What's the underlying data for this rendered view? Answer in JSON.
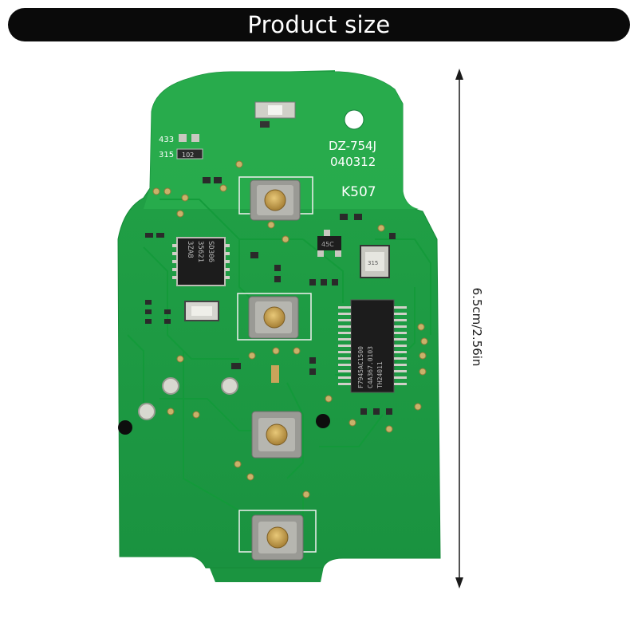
{
  "banner": {
    "title": "Product size"
  },
  "dimension": {
    "label": "6.5cm/2.56in"
  },
  "board": {
    "model": "DZ-754J",
    "code": "040312",
    "frequency_label": "K507",
    "freq_433": "433",
    "freq_315": "315",
    "resistor_mark": "102",
    "chip_left_line1": "SD306",
    "chip_left_line2": "35621",
    "chip_left_line3": "3ZA8",
    "chip_right_line1": "F7945AC1500",
    "chip_right_line2": "C4A367.0103",
    "chip_right_line3": "TH24011",
    "transistor_mark": "45C",
    "crystal_mark": "315"
  },
  "colors": {
    "pcb_green": "#1c9a41",
    "pcb_green_dark": "#167a34",
    "pad_metal": "#b8b8b0",
    "button_cap": "#c9a45a",
    "banner_bg": "#0a0a0a"
  }
}
